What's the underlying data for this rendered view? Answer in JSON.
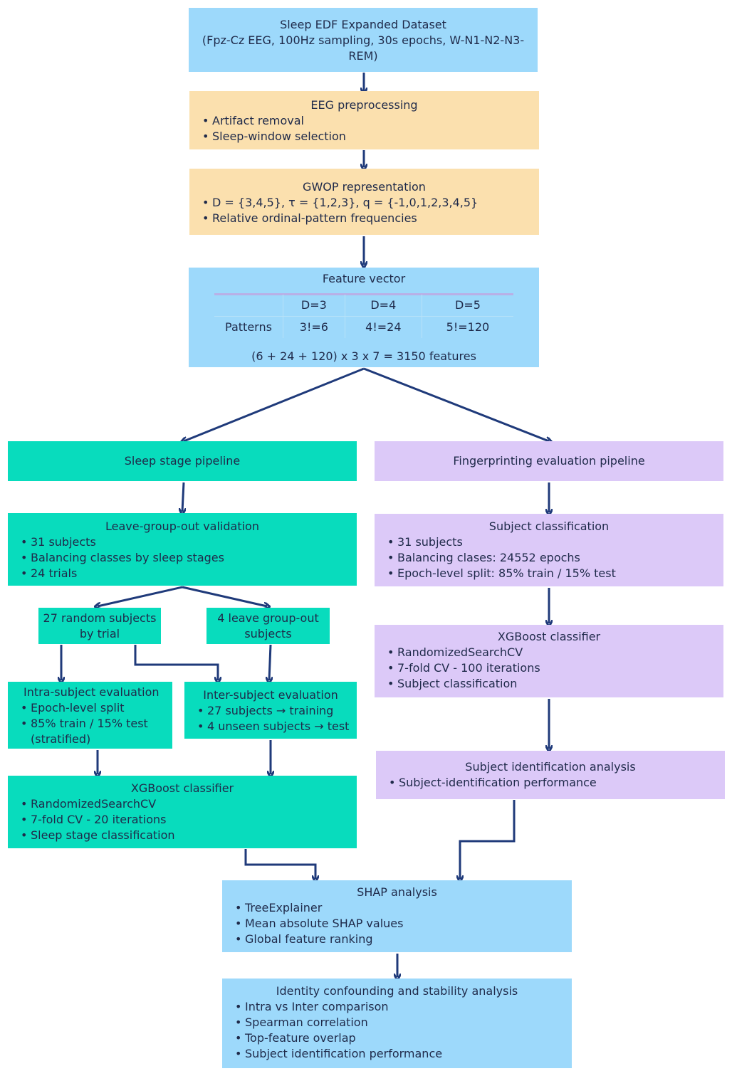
{
  "dataset": {
    "line1": "Sleep EDF Expanded Dataset",
    "line2": "(Fpz-Cz EEG, 100Hz sampling, 30s epochs, W-N1-N2-N3-",
    "line3": "REM)"
  },
  "preproc": {
    "title": "EEG preprocessing",
    "items": [
      "Artifact removal",
      "Sleep-window selection"
    ]
  },
  "gwop": {
    "title": "GWOP representation",
    "item1": "D = {3,4,5}, τ = {1,2,3}, q = {-1,0,1,2,3,4,5}",
    "item2": "Relative ordinal-pattern frequencies"
  },
  "feature": {
    "title": "Feature vector",
    "headers": [
      "",
      "D=3",
      "D=4",
      "D=5"
    ],
    "row": [
      "Patterns",
      "3!=6",
      "4!=24",
      "5!=120"
    ],
    "total": "(6 + 24 + 120) x 3 x 7 = 3150 features"
  },
  "sleep_pipeline": {
    "title": "Sleep stage pipeline"
  },
  "finger_pipeline": {
    "title": "Fingerprinting evaluation pipeline"
  },
  "lgo": {
    "title": "Leave-group-out validation",
    "items": [
      "31 subjects",
      "Balancing classes by sleep stages",
      "24 trials"
    ]
  },
  "random27": {
    "line1": "27 random subjects",
    "line2": "by trial"
  },
  "leave4": {
    "line1": "4 leave group-out",
    "line2": "subjects"
  },
  "intra": {
    "title": "Intra-subject evaluation",
    "items": [
      "Epoch-level split",
      " 85% train / 15% test"
    ],
    "extra": "(stratified)"
  },
  "inter": {
    "title": "Inter-subject evaluation",
    "items": [
      "27 subjects → training",
      "4 unseen subjects → test"
    ]
  },
  "xgb_left": {
    "title": "XGBoost classifier",
    "items": [
      "RandomizedSearchCV",
      "7-fold CV - 20 iterations",
      "Sleep stage classification"
    ]
  },
  "subj_class": {
    "title": "Subject classification",
    "items": [
      "31 subjects",
      "Balancing clases: 24552 epochs",
      "Epoch-level split:  85% train / 15% test"
    ]
  },
  "xgb_right": {
    "title": "XGBoost classifier",
    "items": [
      "RandomizedSearchCV",
      "7-fold CV - 100 iterations",
      "Subject classification"
    ]
  },
  "subj_id": {
    "title": "Subject identification analysis",
    "items": [
      "Subject-identification performance"
    ]
  },
  "shap": {
    "title": "SHAP analysis",
    "items": [
      "TreeExplainer",
      "Mean absolute SHAP values",
      "Global feature ranking"
    ]
  },
  "identity": {
    "title": "Identity confounding and stability analysis",
    "items": [
      "Intra vs Inter comparison",
      "Spearman correlation",
      "Top-feature overlap",
      "Subject identification performance"
    ]
  },
  "colors": {
    "blue": "#9dd9fb",
    "orange": "#fbe0ae",
    "teal": "#08dcbd",
    "purple": "#dcc9f8",
    "arrow": "#1f3a7a"
  }
}
